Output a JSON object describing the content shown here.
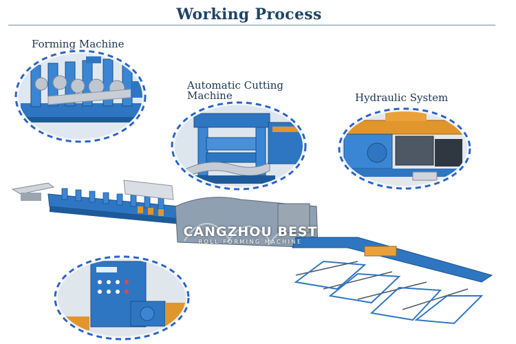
{
  "heading": "Working Process",
  "stages": {
    "forming": "Forming Machine",
    "cutting": "Automatic Cutting Machine",
    "hydraulic": "Hydraulic System"
  },
  "watermark": {
    "brand": "CANGZHOU BEST",
    "tagline": "ROLL FORMING MACHINE"
  },
  "colors": {
    "heading": "#1f4466",
    "dash_ring": "#2b63c6",
    "machine_blue": "#2f76c2",
    "accent_orange": "#e0962c"
  }
}
